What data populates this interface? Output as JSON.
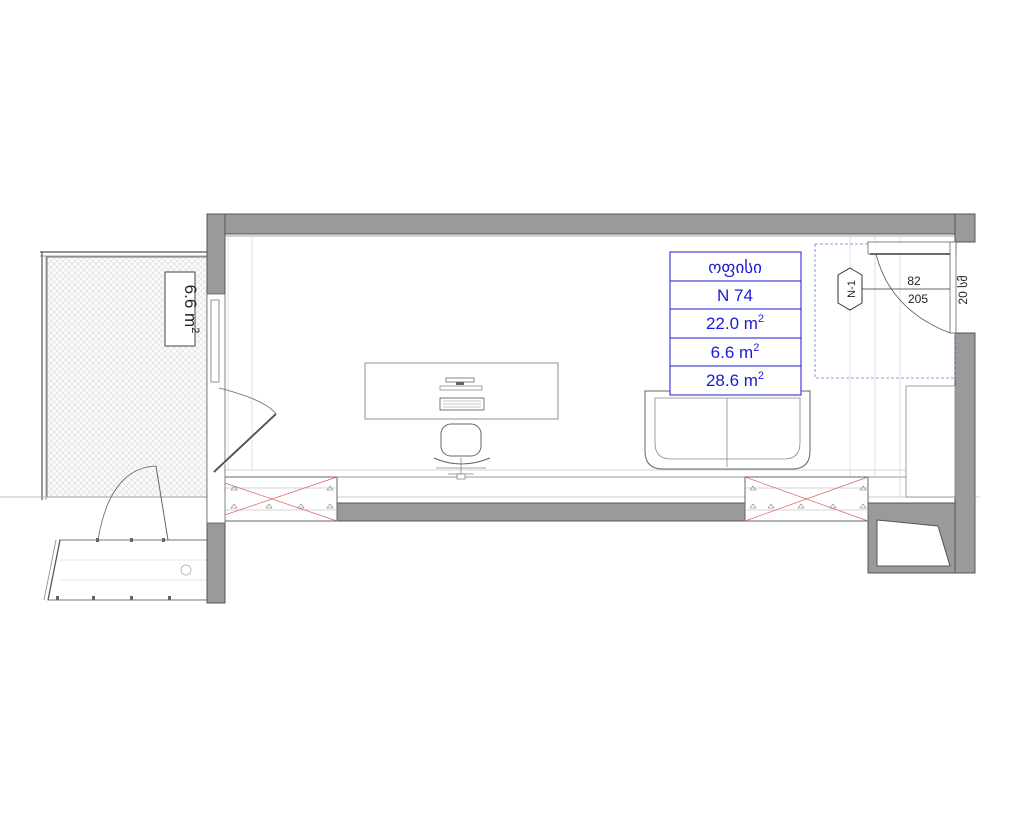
{
  "room_table": {
    "name": "ოფისი",
    "number": "N 74",
    "area_main": "22.0 m",
    "area_balcony": "6.6 m",
    "area_total": "28.6 m",
    "sup": "2",
    "color": "#1a1ad6"
  },
  "balcony": {
    "area": "6.6 m",
    "sup": "2"
  },
  "door": {
    "tag": "N-1",
    "width": "82",
    "height": "205",
    "depth": "20 სმ"
  },
  "colors": {
    "wall": "#9a9a9a",
    "wall_dark": "#8c8c8c",
    "line": "#555555",
    "thin": "#9b9b9b",
    "red": "#e06060"
  }
}
